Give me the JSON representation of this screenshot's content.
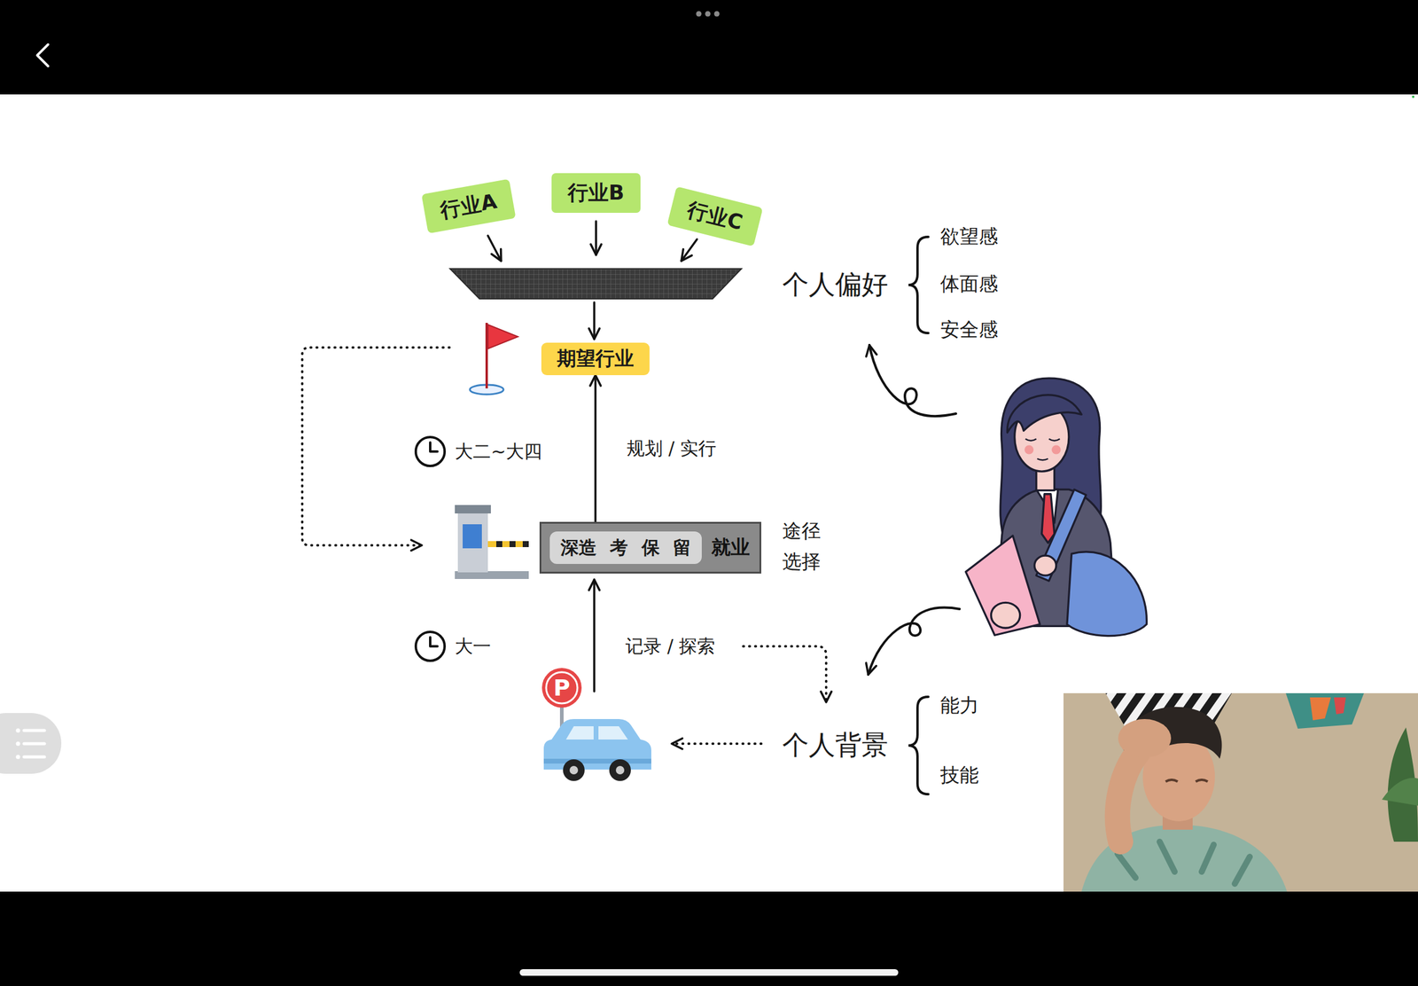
{
  "diagram": {
    "nodes": [
      {
        "text": [
          "行业A"
        ]
      },
      {
        "text": [
          "行业B"
        ]
      },
      {
        "text": [
          "行业C"
        ]
      },
      {
        "text": [
          "期望行业"
        ]
      },
      {
        "text": [
          "就业"
        ]
      },
      {
        "text": [
          "深造 考 保 留"
        ],
        "in": 4
      }
    ],
    "edges": [
      {
        "from": 4,
        "to": 3,
        "arrow": "to",
        "label": "规划 / 实行"
      }
    ],
    "labels": [
      "欲望感",
      "个人偏好",
      "体面感",
      "安全感",
      "大二~大四",
      "途径 选择",
      "大一",
      "记录 / 探索",
      "P",
      "能力",
      "个人背景",
      "技能"
    ]
  }
}
